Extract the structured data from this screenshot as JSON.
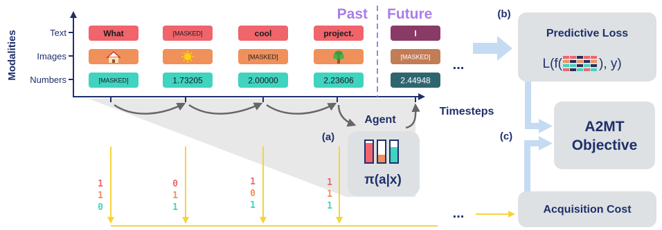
{
  "axis": {
    "y_label": "Modalities",
    "x_label": "Timesteps",
    "rows": [
      "Text",
      "Images",
      "Numbers"
    ]
  },
  "timeline": {
    "past": "Past",
    "future": "Future",
    "ellipsis": "..."
  },
  "cells": {
    "text": [
      "What",
      "[MASKED]",
      "cool",
      "project.",
      "I"
    ],
    "images": [
      "house-icon",
      "sun-icon",
      "[MASKED]",
      "tree-icon",
      "[MASKED]"
    ],
    "numbers": [
      "[MASKED]",
      "1.73205",
      "2.00000",
      "2.23606",
      "2.44948"
    ]
  },
  "masks": [
    [
      "1",
      "1",
      "0"
    ],
    [
      "0",
      "1",
      "1"
    ],
    [
      "1",
      "0",
      "1"
    ],
    [
      "1",
      "1",
      "1"
    ]
  ],
  "agent": {
    "label": "Agent",
    "tag": "(a)",
    "policy": "π(a|x)"
  },
  "panels": {
    "b_tag": "(b)",
    "c_tag": "(c)",
    "predictive_title": "Predictive Loss",
    "loss_prefix": "L(f(",
    "loss_suffix": "), y)",
    "objective_line1": "A2MT",
    "objective_line2": "Objective",
    "cost": "Acquisition Cost",
    "ellipsis": "..."
  },
  "colors": {
    "navy": "#1f2f6b",
    "text_cell": "#f0646c",
    "text_future": "#8a3a66",
    "image_cell": "#f0905a",
    "image_future": "#c27c56",
    "number_cell": "#3fd3c0",
    "number_future": "#2e6670",
    "past_future": "#a97ee8",
    "yellow": "#f5d33a",
    "panel": "#dde1e3",
    "blue_arrow": "#c5dbf2",
    "grey_arrow": "#666666"
  }
}
